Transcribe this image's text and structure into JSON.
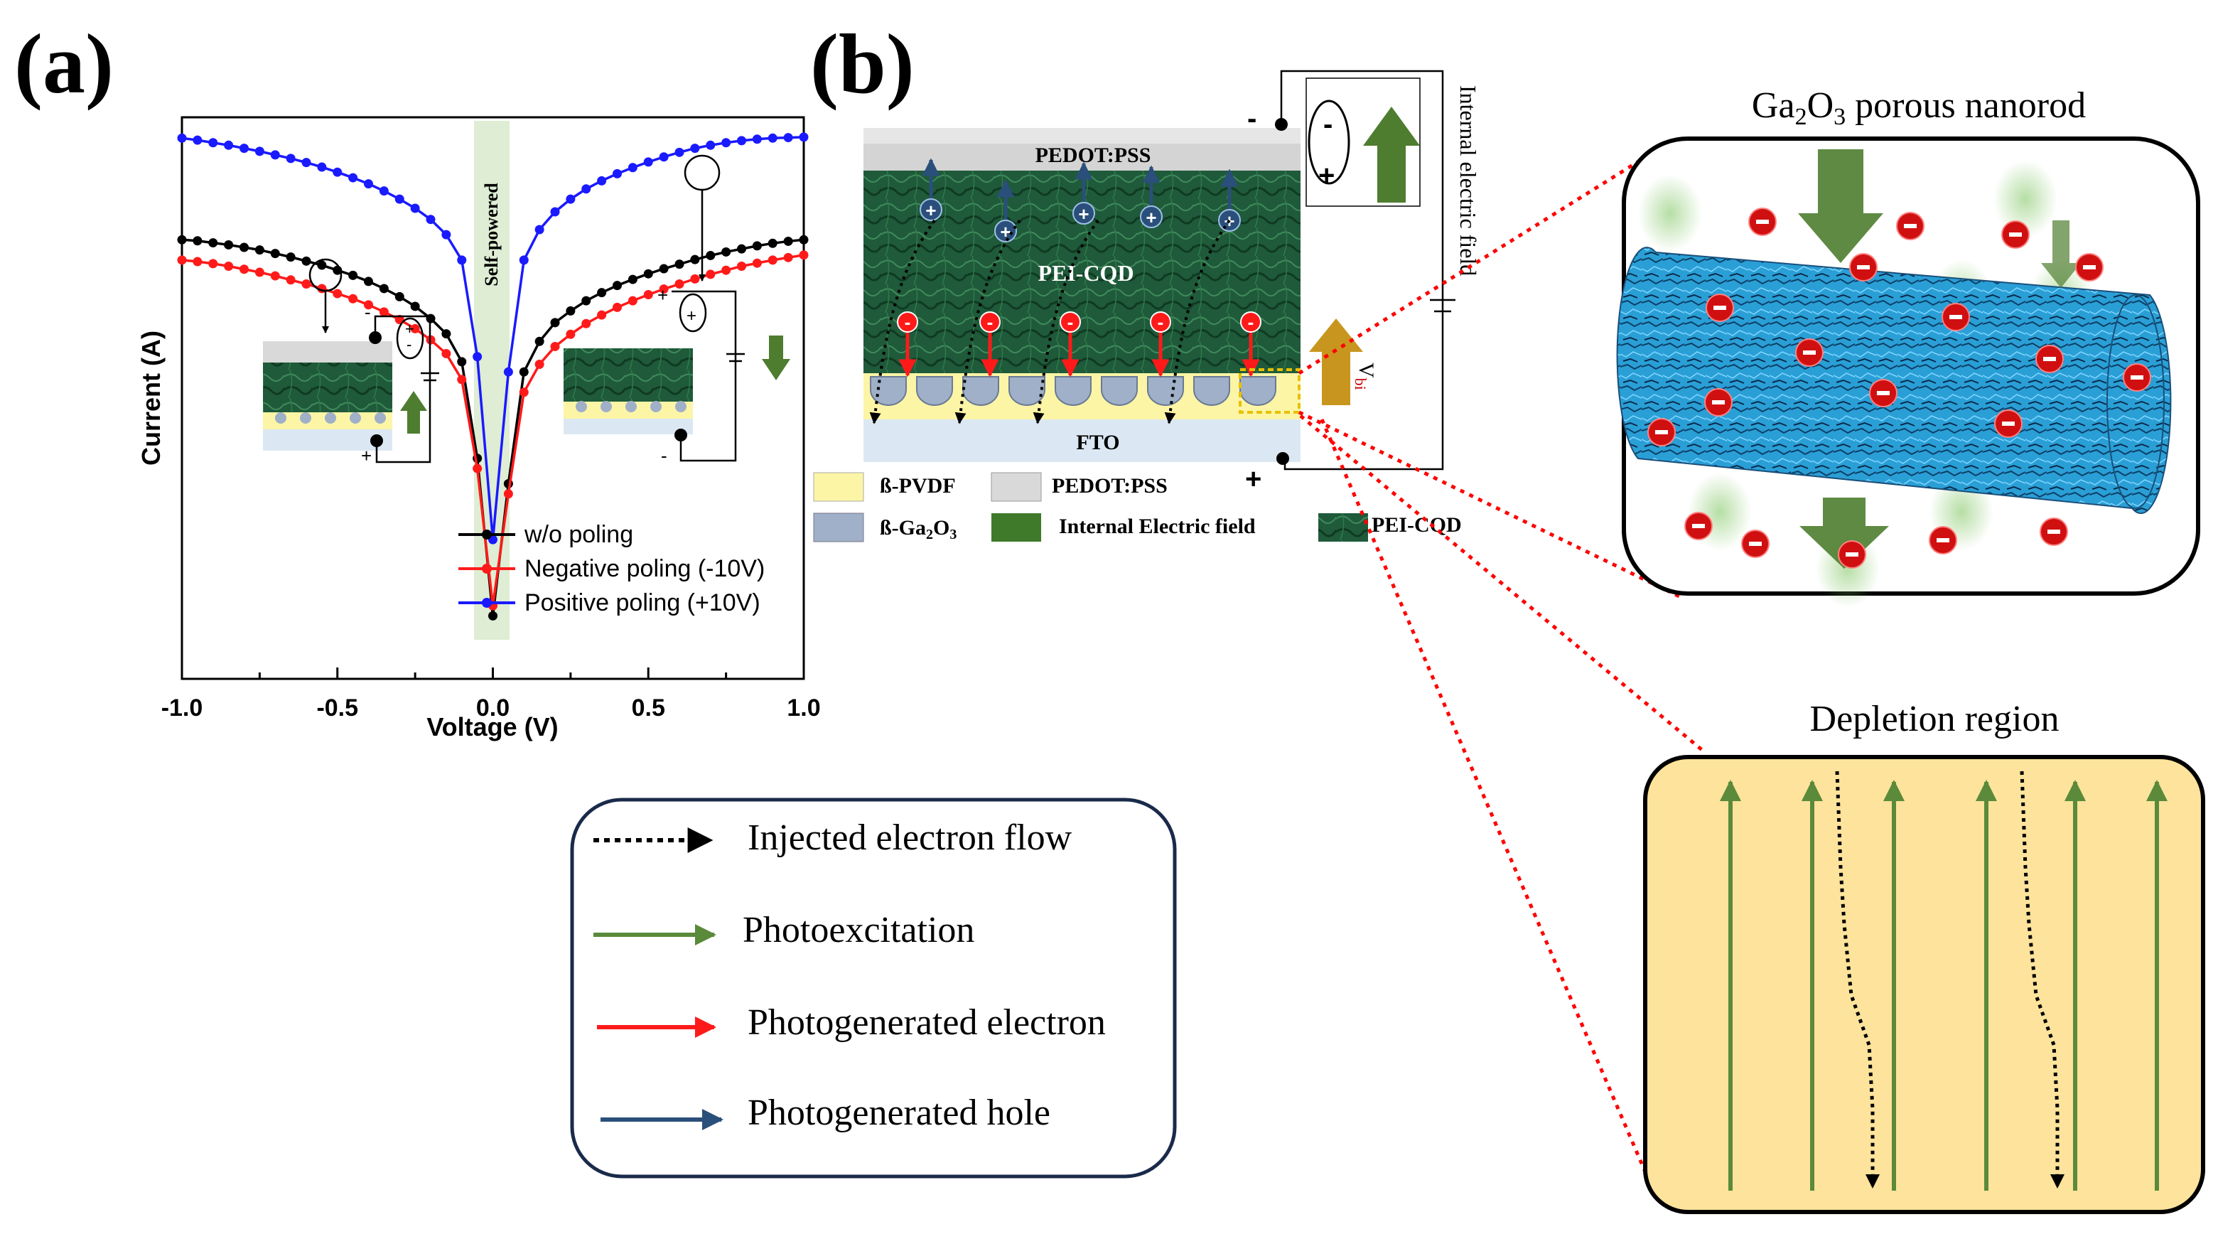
{
  "panel_labels": {
    "a": "(a)",
    "b": "(b)"
  },
  "chart_data": {
    "type": "line",
    "title": "",
    "xlabel": "Voltage (V)",
    "ylabel": "Current (A)",
    "xlim": [
      -1.0,
      1.0
    ],
    "x_ticks": [
      "-1.0",
      "-0.5",
      "0.0",
      "0.5",
      "1.0"
    ],
    "y_ticks_labeled": false,
    "grid": false,
    "legend_placement": "bottom-right",
    "x": [
      -1.0,
      -0.95,
      -0.9,
      -0.85,
      -0.8,
      -0.75,
      -0.7,
      -0.65,
      -0.6,
      -0.55,
      -0.5,
      -0.45,
      -0.4,
      -0.35,
      -0.3,
      -0.25,
      -0.2,
      -0.15,
      -0.1,
      -0.05,
      0.0,
      0.05,
      0.1,
      0.15,
      0.2,
      0.25,
      0.3,
      0.35,
      0.4,
      0.45,
      0.5,
      0.55,
      0.6,
      0.65,
      0.7,
      0.75,
      0.8,
      0.85,
      0.9,
      0.95,
      1.0
    ],
    "series": [
      {
        "name": "w/o poling",
        "color": "#000000",
        "values": [
          0.78,
          0.778,
          0.774,
          0.77,
          0.765,
          0.76,
          0.753,
          0.746,
          0.738,
          0.73,
          0.72,
          0.71,
          0.698,
          0.684,
          0.668,
          0.649,
          0.625,
          0.595,
          0.54,
          0.35,
          0.04,
          0.3,
          0.52,
          0.58,
          0.617,
          0.64,
          0.66,
          0.676,
          0.69,
          0.702,
          0.713,
          0.723,
          0.732,
          0.741,
          0.749,
          0.756,
          0.762,
          0.768,
          0.773,
          0.777,
          0.78
        ]
      },
      {
        "name": "Negative poling (-10V)",
        "color": "#ff1a1a",
        "values": [
          0.74,
          0.737,
          0.733,
          0.728,
          0.722,
          0.716,
          0.709,
          0.701,
          0.693,
          0.684,
          0.674,
          0.664,
          0.652,
          0.638,
          0.623,
          0.605,
          0.583,
          0.556,
          0.505,
          0.33,
          0.06,
          0.28,
          0.48,
          0.535,
          0.57,
          0.594,
          0.615,
          0.632,
          0.647,
          0.66,
          0.672,
          0.683,
          0.693,
          0.703,
          0.712,
          0.72,
          0.728,
          0.734,
          0.74,
          0.745,
          0.75
        ]
      },
      {
        "name": "Positive poling (+10V)",
        "color": "#1a1aff",
        "values": [
          0.98,
          0.976,
          0.971,
          0.966,
          0.96,
          0.954,
          0.947,
          0.94,
          0.932,
          0.923,
          0.913,
          0.902,
          0.89,
          0.876,
          0.86,
          0.842,
          0.82,
          0.79,
          0.74,
          0.55,
          0.19,
          0.52,
          0.74,
          0.8,
          0.835,
          0.86,
          0.88,
          0.896,
          0.91,
          0.922,
          0.933,
          0.943,
          0.952,
          0.96,
          0.966,
          0.971,
          0.975,
          0.978,
          0.98,
          0.981,
          0.982
        ]
      }
    ],
    "annotations": {
      "self_powered": "Self-powered"
    }
  },
  "inset_a": {
    "left": {
      "minus": "-",
      "plus": "+",
      "cap_top": "+",
      "cap_bottom": "-"
    },
    "right": {
      "plus": "+",
      "minus": "-",
      "cap": "+"
    }
  },
  "device": {
    "top_layer": "PEDOT:PSS",
    "middle_layer": "PEI-CQD",
    "bottom_layer": "FTO",
    "hole_sign": "+",
    "electron_sign": "-",
    "terminal_top": "-",
    "terminal_bottom": "+",
    "cap_top": "-",
    "cap_bottom": "+",
    "internal_field_label": "Internal electric field",
    "vbi_label": "V",
    "vbi_sub": "bi"
  },
  "legend_b": [
    {
      "label": "ß-PVDF",
      "color": "#fcf5a6"
    },
    {
      "label": "PEDOT:PSS",
      "color": "#d9d9d9"
    },
    {
      "label": "ß-Ga",
      "sub1": "2",
      "mid": "O",
      "sub2": "3",
      "color": "#9fb0c8"
    },
    {
      "label": "Internal Electric field",
      "color": "#3e7a2a"
    },
    {
      "label": "PEI-CQD",
      "color": "#1f5a3a"
    }
  ],
  "arrow_legend": [
    {
      "label": "Injected electron flow",
      "color": "#000000",
      "style": "dotted"
    },
    {
      "label": "Photoexcitation",
      "color": "#5a8a3a",
      "style": "solid"
    },
    {
      "label": "Photogenerated electron",
      "color": "#ff1a1a",
      "style": "solid"
    },
    {
      "label": "Photogenerated hole",
      "color": "#2a4f7a",
      "style": "solid"
    }
  ],
  "nanorod": {
    "title_pre": "Ga",
    "title_sub1": "2",
    "title_mid": "O",
    "title_sub2": "3",
    "title_post": " porous nanorod",
    "electron_sign": "-"
  },
  "depletion": {
    "title": "Depletion region"
  },
  "colors": {
    "green_arrow": "#4e7d2f",
    "gold_arrow": "#c8961e",
    "zoom_line": "#ff0000",
    "rod": "#2a9fd6",
    "depletion_fill": "#fde39b"
  }
}
